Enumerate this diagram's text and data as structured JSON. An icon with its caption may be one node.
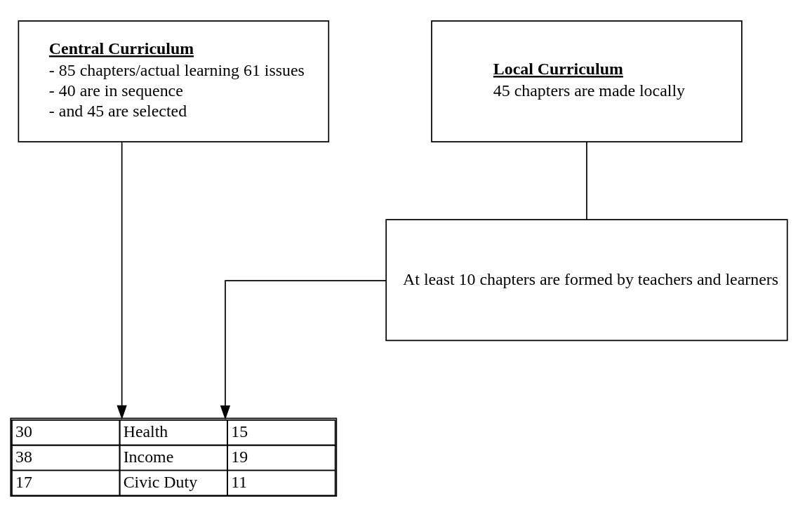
{
  "diagram": {
    "nodes": [
      {
        "text": [
          "Central Curriculum",
          "- 85 chapters/actual learning 61 issues",
          "- 40 are in sequence",
          "- and 45 are selected"
        ]
      },
      {
        "text": [
          "Local Curriculum",
          "45 chapters are made locally"
        ]
      },
      {
        "text": [
          "At least 10 chapters are formed by teachers and learners"
        ]
      },
      {
        "text": [
          "30",
          "Health",
          "15",
          "38",
          "Income",
          "19",
          "17",
          "Civic Duty",
          "11"
        ]
      }
    ],
    "edges": [
      {
        "from": 0,
        "to": 3,
        "arrow": "to"
      },
      {
        "from": 1,
        "to": 2,
        "arrow": "none"
      },
      {
        "from": 2,
        "to": 3,
        "arrow": "to"
      }
    ]
  }
}
